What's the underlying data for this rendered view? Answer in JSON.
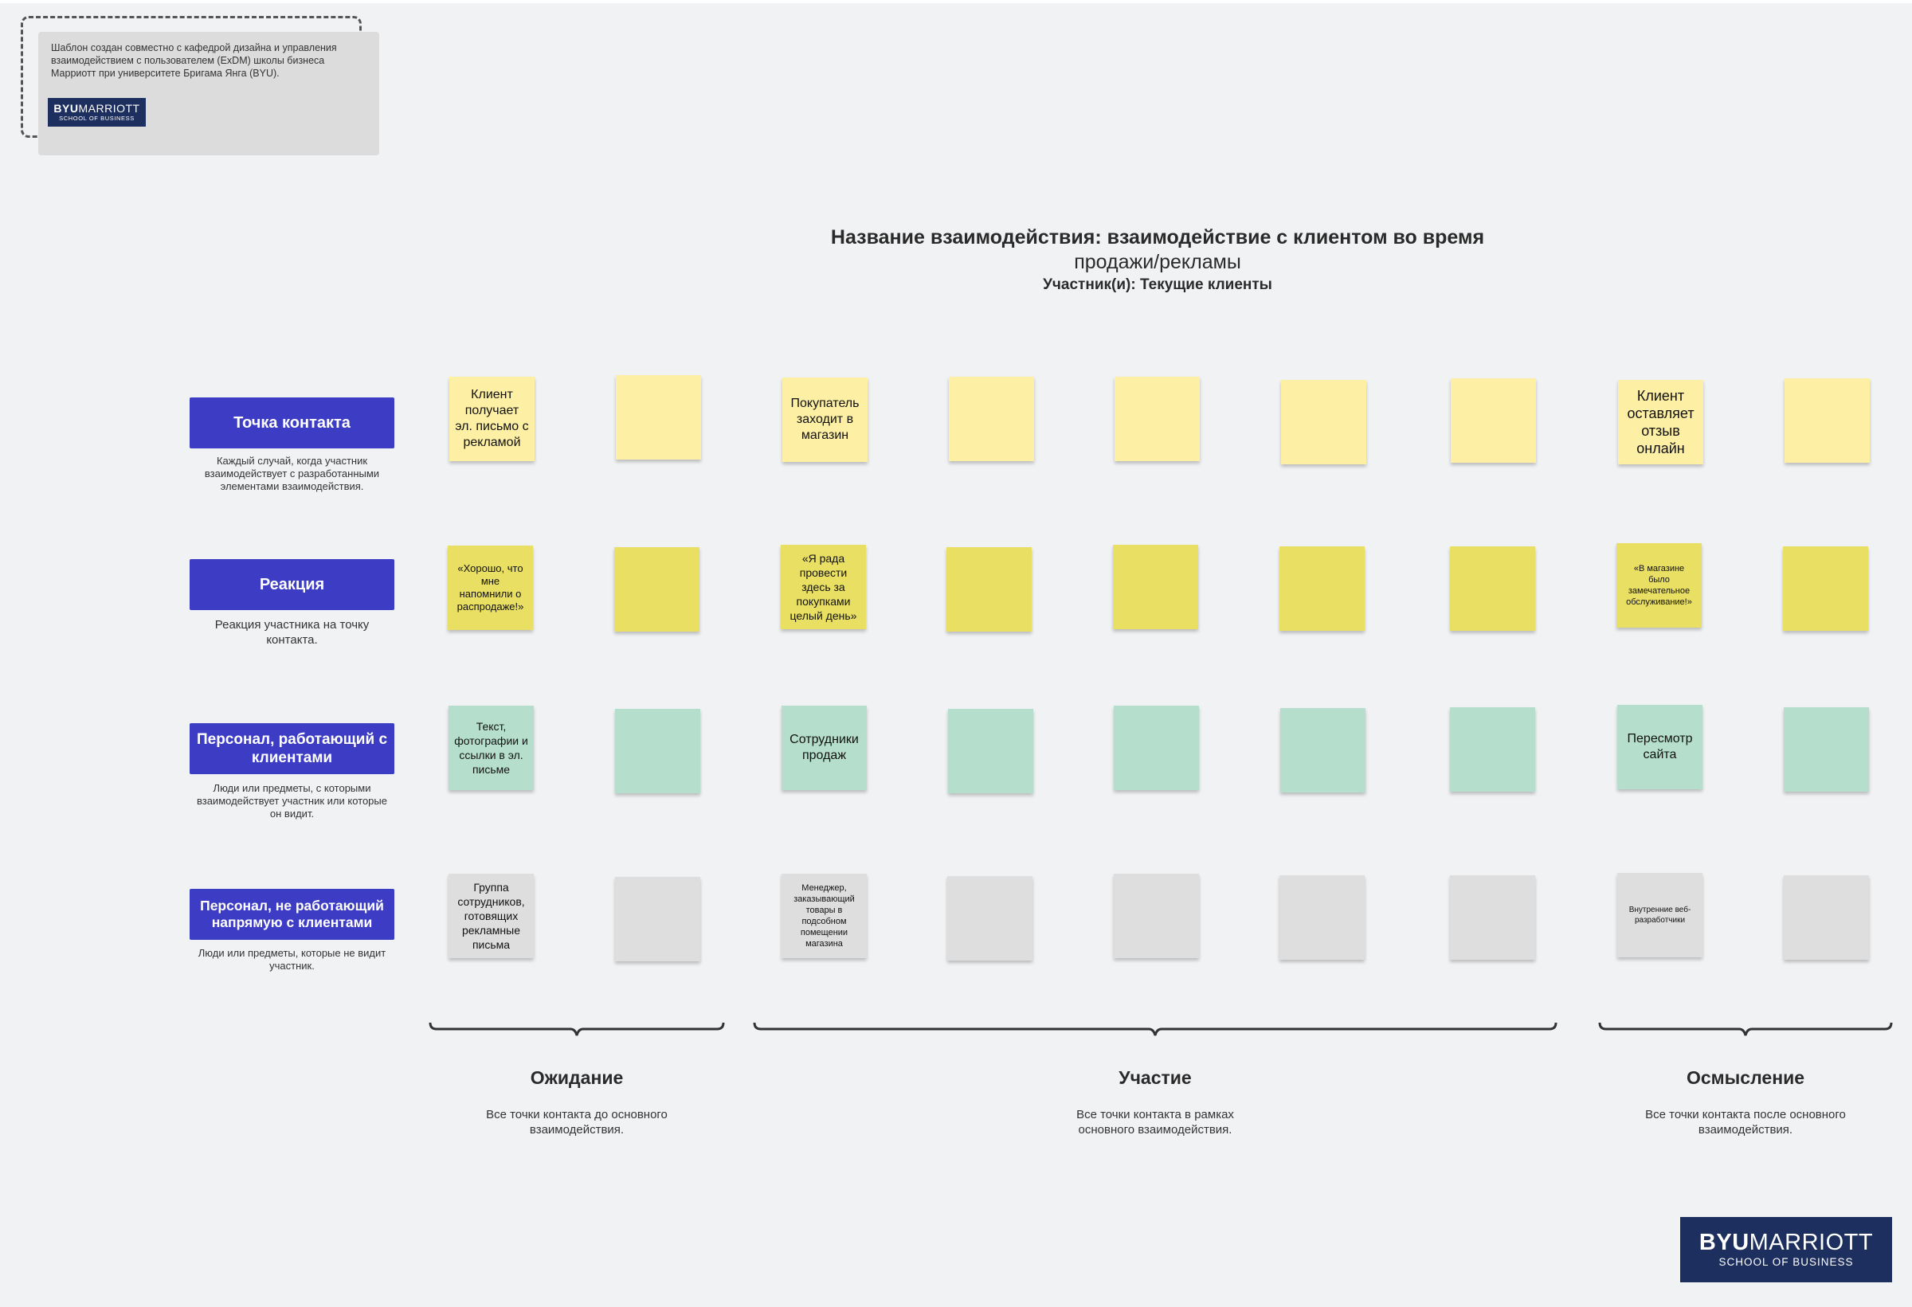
{
  "info": {
    "text": "Шаблон создан совместно с кафедрой дизайна и управления взаимодействием с пользователем (ExDM) школы бизнеса Марриотт при университете Бригама Янга (BYU).",
    "logo": {
      "bold": "BYU",
      "rest": "MARRIOTT",
      "sub": "SCHOOL OF BUSINESS"
    }
  },
  "title": {
    "line1": "Название взаимодействия: взаимодействие с клиентом во время",
    "line2": "продажи/рекламы",
    "line3": "Участник(и): Текущие клиенты"
  },
  "rows": [
    {
      "label": "Точка контакта",
      "desc": "Каждый случай, когда участник взаимодействует с разработанными элементами взаимодействия."
    },
    {
      "label": "Реакция",
      "desc": "Реакция участника на точку контакта."
    },
    {
      "label": "Персонал, работающий с клиентами",
      "desc": "Люди или предметы, с которыми взаимодействует участник или которые он видит."
    },
    {
      "label": "Персонал, не работающий напрямую с клиентами",
      "desc": "Люди или предметы, которые не видит участник."
    }
  ],
  "notes": [
    [
      "Клиент получает эл. письмо с рекламой",
      "",
      "Покупатель заходит в магазин",
      "",
      "",
      "",
      "",
      "Клиент оставляет отзыв онлайн",
      ""
    ],
    [
      "«Хорошо, что мне напомнили о распродаже!»",
      "",
      "«Я рада провести здесь за покупками целый день»",
      "",
      "",
      "",
      "",
      "«В магазине было замечательное обслуживание!»",
      ""
    ],
    [
      "Текст, фотографии и ссылки в эл. письме",
      "",
      "Сотрудники продаж",
      "",
      "",
      "",
      "",
      "Пересмотр сайта",
      ""
    ],
    [
      "Группа сотрудников, готовящих рекламные письма",
      "",
      "Менеджер, заказывающий товары в подсобном помещении магазина",
      "",
      "",
      "",
      "",
      "Внутренние веб-разработчики",
      ""
    ]
  ],
  "phases": [
    {
      "title": "Ожидание",
      "desc": "Все точки контакта до основного взаимодействия."
    },
    {
      "title": "Участие",
      "desc": "Все точки контакта в рамках основного взаимодействия."
    },
    {
      "title": "Осмысление",
      "desc": "Все точки контакта после основного взаимодействия."
    }
  ],
  "logo": {
    "bold": "BYU",
    "rest": "MARRIOTT",
    "sub": "SCHOOL OF BUSINESS"
  },
  "colors": {
    "row_label_bg": "#3c3cc4",
    "note_touchpoint": "#fdefa3",
    "note_reaction": "#e9df62",
    "note_frontstage": "#b5dfcc",
    "note_backstage": "#dedede"
  }
}
